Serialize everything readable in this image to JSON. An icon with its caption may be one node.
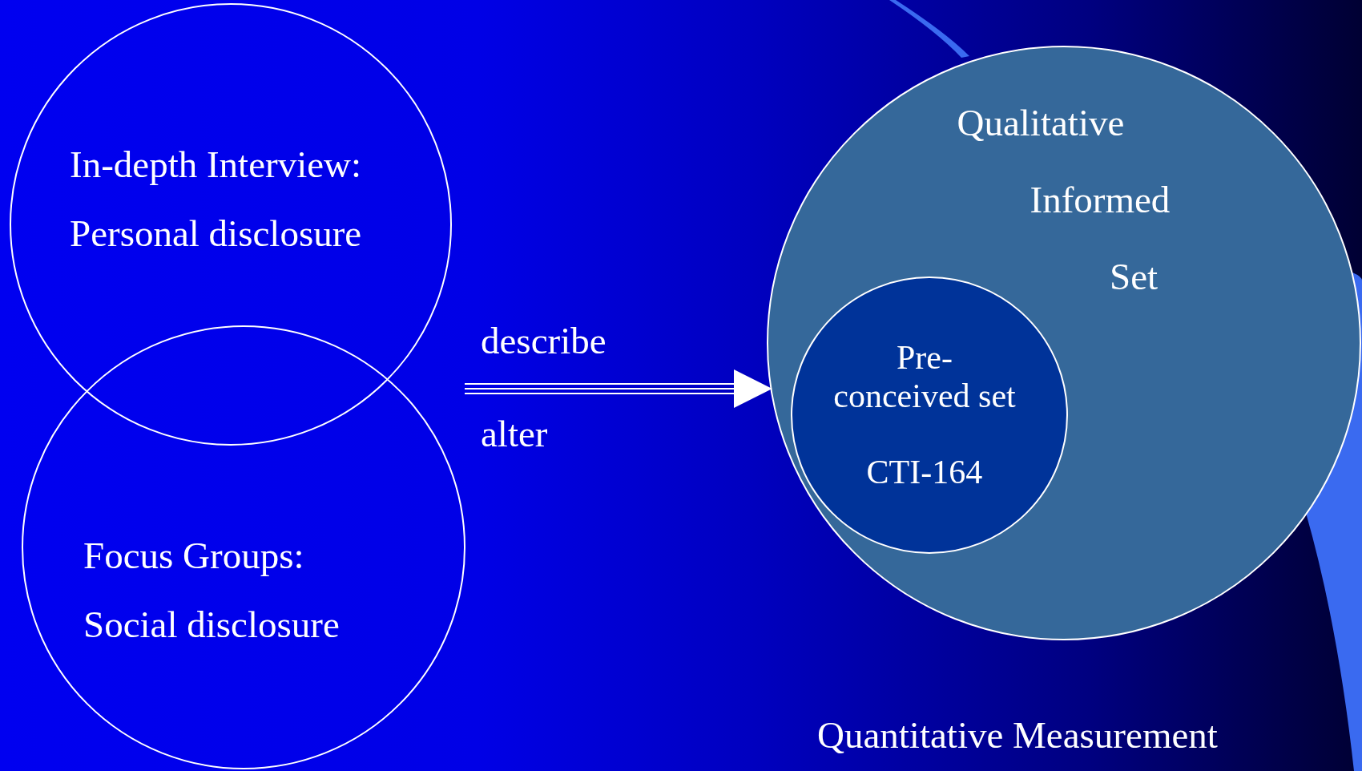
{
  "diagram": {
    "nodes": [
      {
        "text": [
          "In-depth Interview:",
          "Personal disclosure"
        ]
      },
      {
        "text": [
          "Focus Groups:",
          "Social disclosure"
        ]
      },
      {
        "text": [
          "Qualitative",
          "Informed",
          "Set"
        ]
      },
      {
        "text": [
          "Pre-conceived set",
          "CTI-164"
        ],
        "in": 2
      }
    ],
    "edges": [
      {
        "from": null,
        "to": 2,
        "arrow": "to"
      }
    ],
    "labels": [
      "describe",
      "alter",
      "Quantitative Measurement"
    ]
  }
}
